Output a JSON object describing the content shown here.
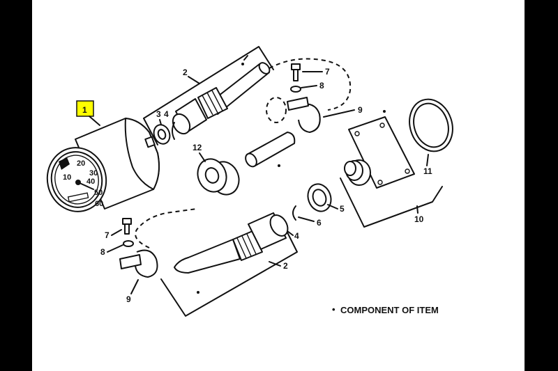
{
  "callouts": {
    "c1": "1",
    "c2_top": "2",
    "c2_bottom": "2",
    "c3": "3",
    "c4_top": "4",
    "c4_bottom": "4",
    "c5": "5",
    "c6": "6",
    "c7_top": "7",
    "c7_bottom": "7",
    "c8_top": "8",
    "c8_bottom": "8",
    "c9_top": "9",
    "c9_bottom": "9",
    "c10": "10",
    "c11": "11",
    "c12": "12"
  },
  "dial": {
    "d10": "10",
    "d20": "20",
    "d30": "30",
    "d40": "40",
    "d50": "50",
    "d60": "60"
  },
  "legend": {
    "bullet": "•",
    "text": "COMPONENT OF ITEM"
  },
  "colors": {
    "highlight": "#ffff00",
    "line": "#111111",
    "background": "#000000",
    "sheet": "#ffffff"
  }
}
